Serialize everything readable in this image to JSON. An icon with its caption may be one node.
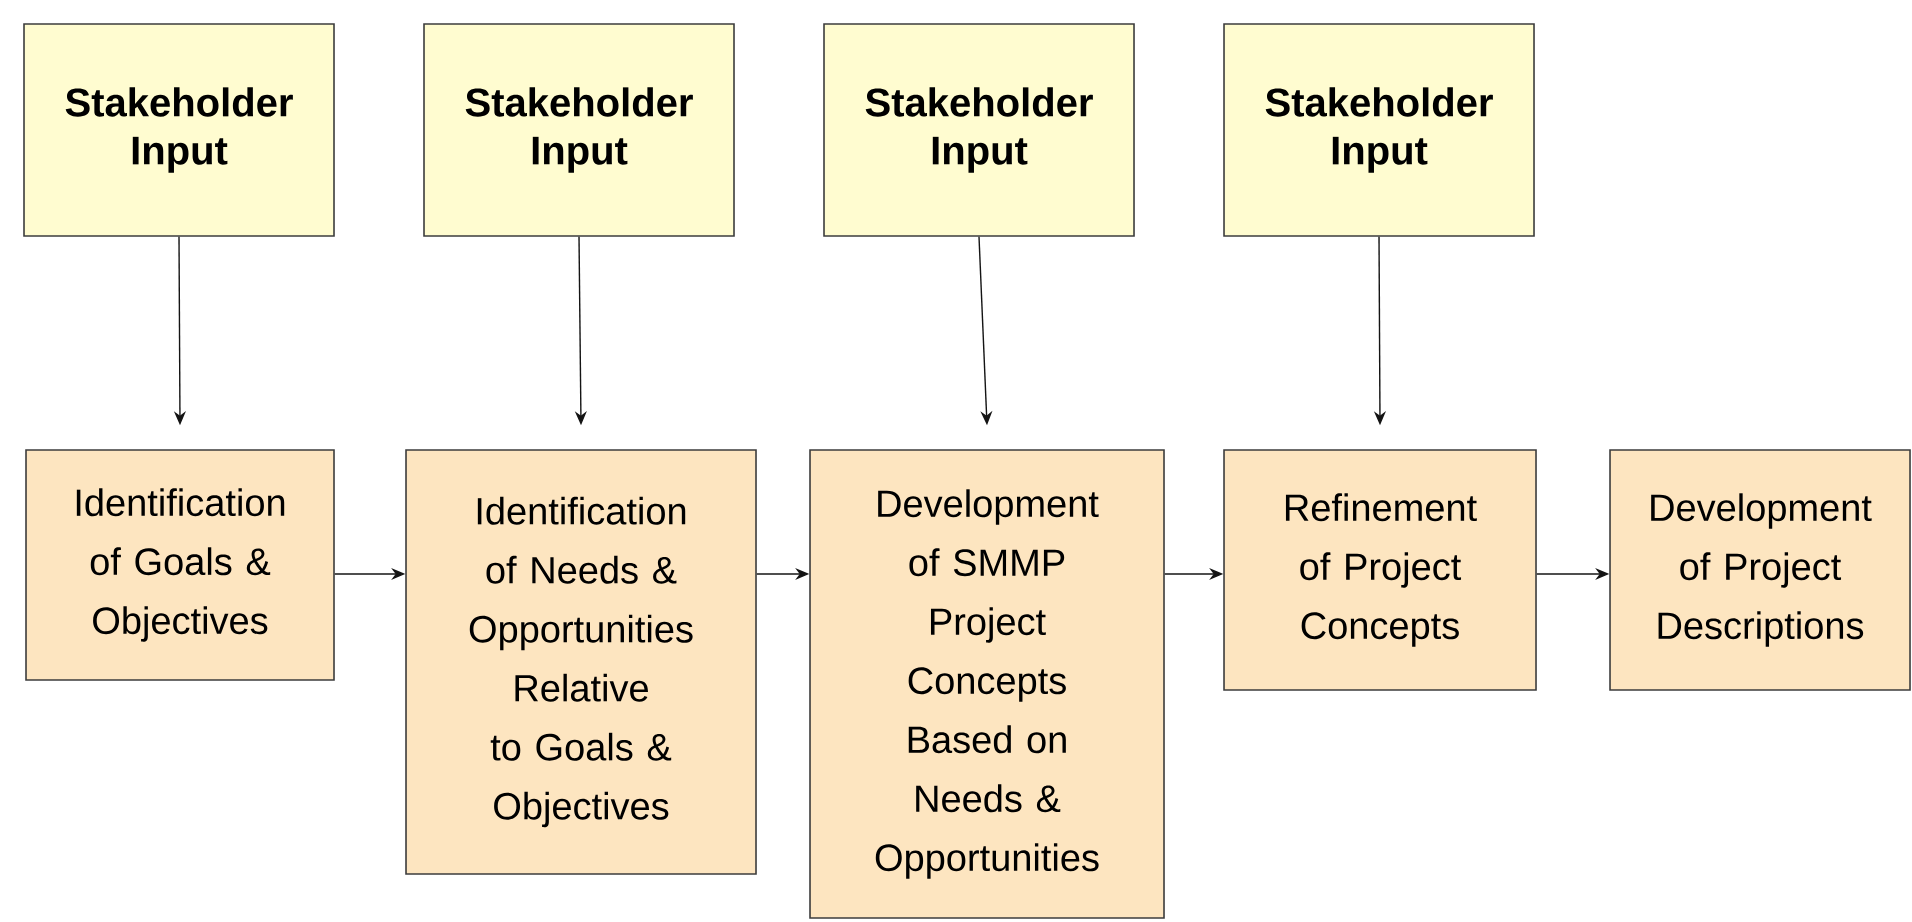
{
  "diagram": {
    "nodes": [
      {
        "text": [
          "Stakeholder Input"
        ]
      },
      {
        "text": [
          "Stakeholder Input"
        ]
      },
      {
        "text": [
          "Stakeholder Input"
        ]
      },
      {
        "text": [
          "Stakeholder Input"
        ]
      },
      {
        "text": [
          "Identification of Goals & Objectives"
        ]
      },
      {
        "text": [
          "Identification of Needs & Opportunities Relative to Goals & Objectives"
        ]
      },
      {
        "text": [
          "Development of SMMP Project Concepts Based on Needs & Opportunities"
        ]
      },
      {
        "text": [
          "Refinement of Project Concepts"
        ]
      },
      {
        "text": [
          "Development of Project Descriptions"
        ]
      }
    ],
    "edges": [
      {
        "from": 0,
        "to": 4,
        "arrow": "to"
      },
      {
        "from": 1,
        "to": 5,
        "arrow": "to"
      },
      {
        "from": 2,
        "to": 6,
        "arrow": "to"
      },
      {
        "from": 3,
        "to": 7,
        "arrow": "to"
      },
      {
        "from": 4,
        "to": 5,
        "arrow": "to"
      },
      {
        "from": 5,
        "to": 6,
        "arrow": "to"
      },
      {
        "from": 6,
        "to": 7,
        "arrow": "to"
      },
      {
        "from": 7,
        "to": 8,
        "arrow": "to"
      }
    ]
  }
}
